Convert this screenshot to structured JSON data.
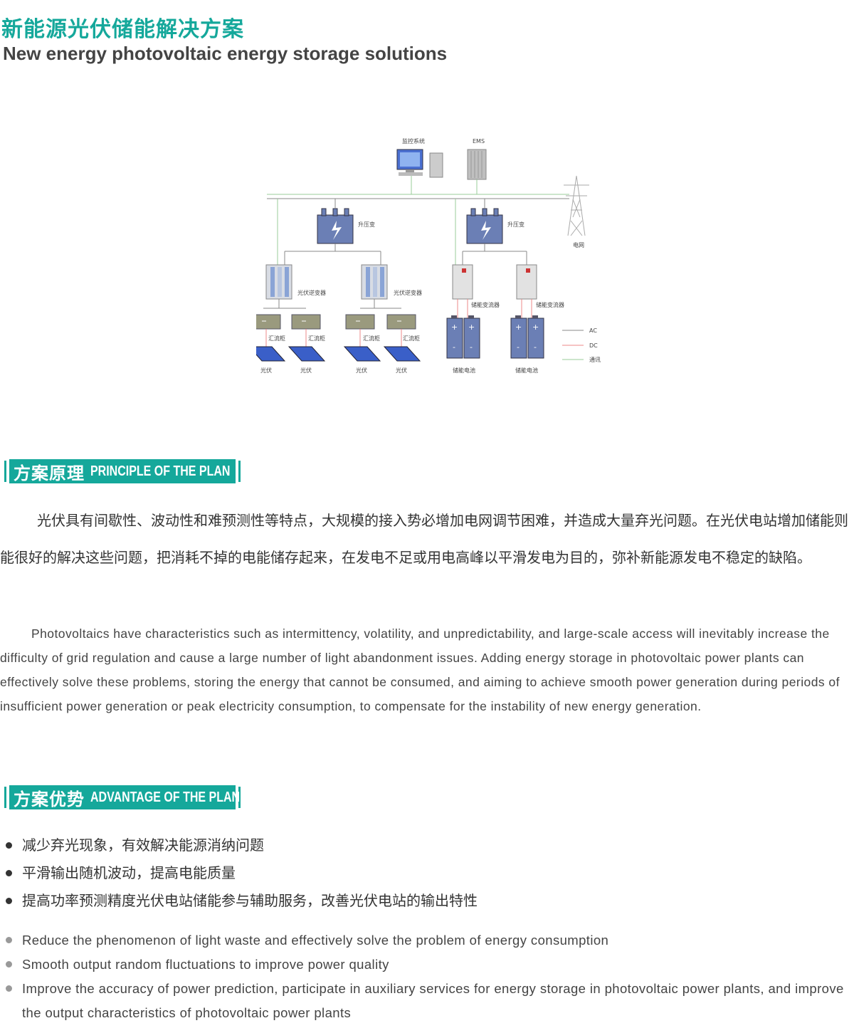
{
  "header": {
    "title_cn": "新能源光伏储能解决方案",
    "title_en": "New energy photovoltaic energy storage solutions"
  },
  "diagram": {
    "monitoring": "监控系统",
    "ems": "EMS",
    "transformer_left": "升压变",
    "transformer_right": "升压变",
    "grid": "电网",
    "inverter_1": "光伏逆变器",
    "inverter_2": "光伏逆变器",
    "pcs_1": "储能变流器",
    "pcs_2": "储能变流器",
    "combiner_1": "汇流柜",
    "combiner_2": "汇流柜",
    "combiner_3": "汇流柜",
    "combiner_4": "汇流柜",
    "pv_1": "光伏",
    "pv_2": "光伏",
    "pv_3": "光伏",
    "pv_4": "光伏",
    "battery_1": "储能电池",
    "battery_2": "储能电池",
    "legend_ac": "AC",
    "legend_dc": "DC",
    "legend_comm": "通讯",
    "plus": "+",
    "minus": "-"
  },
  "principle": {
    "heading_cn": "方案原理",
    "heading_en": "PRINCIPLE OF THE PLAN",
    "text_cn": "光伏具有间歇性、波动性和难预测性等特点，大规模的接入势必增加电网调节困难，并造成大量弃光问题。在光伏电站增加储能则能很好的解决这些问题，把消耗不掉的电能储存起来，在发电不足或用电高峰以平滑发电为目的，弥补新能源发电不稳定的缺陷。",
    "text_en": "Photovoltaics have characteristics such as intermittency, volatility, and unpredictability, and large-scale access will inevitably increase the difficulty of grid regulation and cause a large number of light abandonment issues. Adding energy storage in photovoltaic power plants can effectively solve these problems, storing the energy that cannot be consumed, and aiming to achieve smooth power generation during periods of insufficient power generation or peak electricity consumption, to compensate for the instability of new energy generation."
  },
  "advantage": {
    "heading_cn": "方案优势",
    "heading_en": "ADVANTAGE OF THE PLAN",
    "items_cn": [
      "减少弃光现象，有效解决能源消纳问题",
      "平滑输出随机波动，提高电能质量",
      "提高功率预测精度光伏电站储能参与辅助服务，改善光伏电站的输出特性"
    ],
    "items_en": [
      "Reduce the phenomenon of light waste and effectively solve the problem of energy consumption",
      "Smooth output random fluctuations to improve power quality",
      "Improve the accuracy of power prediction, participate in auxiliary services for energy storage in photovoltaic power plants, and improve the output characteristics of photovoltaic power plants"
    ]
  },
  "colors": {
    "accent": "#15a89b",
    "equipment": "#6b7fb5",
    "combiner": "#9a9a7e"
  }
}
